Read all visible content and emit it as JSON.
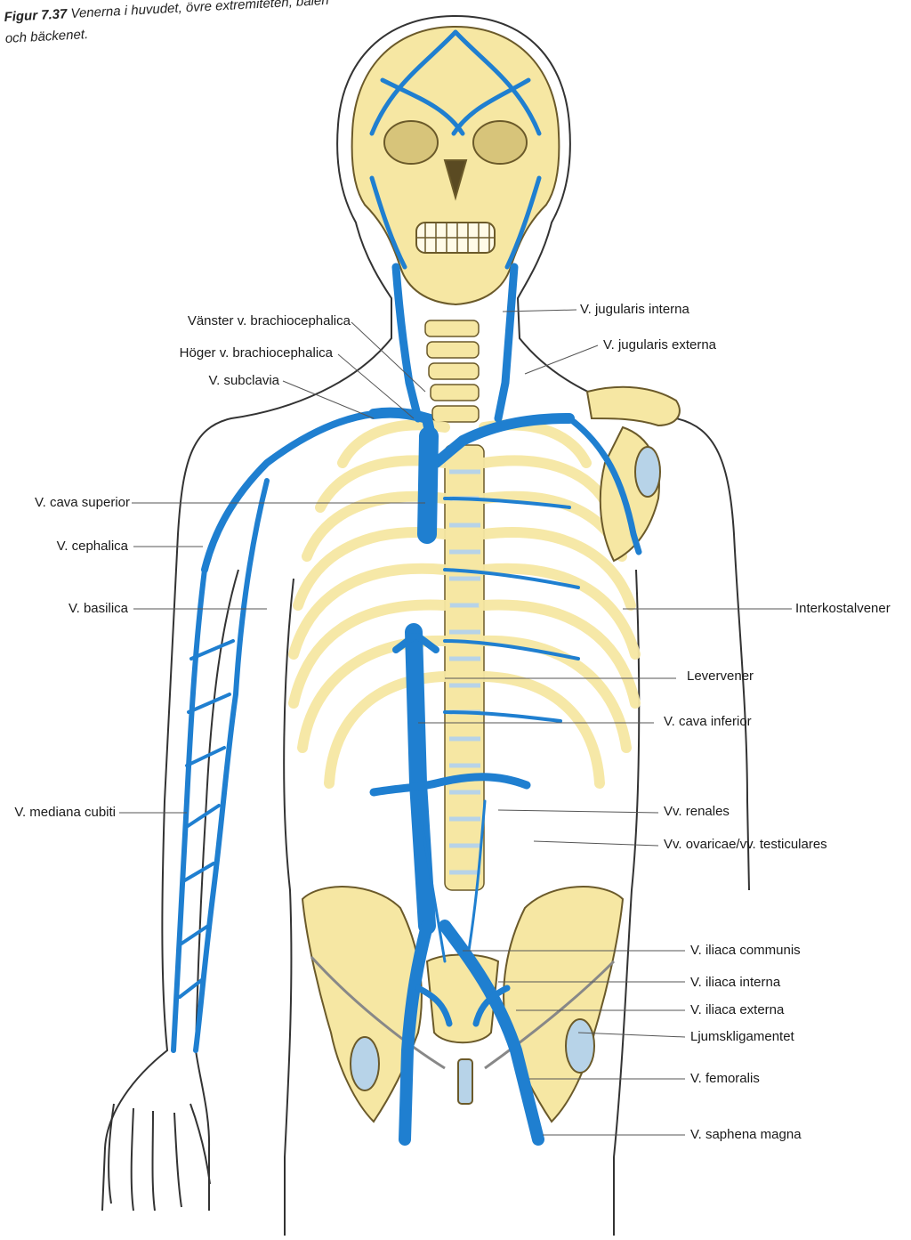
{
  "caption": {
    "figure_number": "Figur 7.37",
    "text": "Venerna i huvudet, övre extremiteten, bålen och bäckenet."
  },
  "colors": {
    "vein": "#1f7fd0",
    "vein_dark": "#0d5aa6",
    "bone": "#f6e7a3",
    "bone_outline": "#6b5a2a",
    "skin_outline": "#333333",
    "cartilage": "#b7d3e8",
    "leader": "#555555"
  },
  "labels": {
    "left": [
      "Vänster v. brachiocephalica",
      "Höger v. brachiocephalica",
      "V. subclavia",
      "V. cava superior",
      "V. cephalica",
      "V. basilica",
      "V. mediana cubiti"
    ],
    "right": [
      "V. jugularis interna",
      "V. jugularis externa",
      "Interkostalvener",
      "Levervener",
      "V. cava inferior",
      "Vv. renales",
      "Vv. ovaricae/vv. testiculares",
      "V. iliaca communis",
      "V. iliaca interna",
      "V. iliaca externa",
      "Ljumskligamentet",
      "V. femoralis",
      "V. saphena magna"
    ]
  }
}
